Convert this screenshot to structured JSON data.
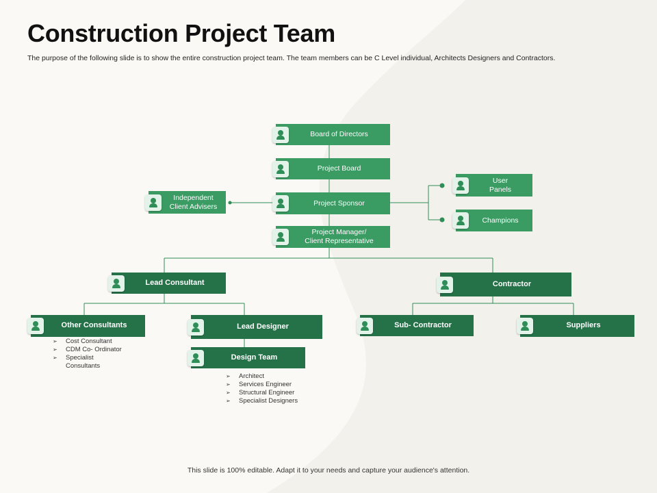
{
  "title": "Construction Project Team",
  "subtitle": "The purpose of the following slide is to show the entire construction project team. The team members can be C Level individual, Architects Designers and Contractors.",
  "nodes": {
    "board_of_directors": "Board of Directors",
    "project_board": "Project Board",
    "project_sponsor": "Project Sponsor",
    "project_manager": "Project Manager/\nClient Representative",
    "independent_advisers": "Independent\nClient Advisers",
    "user_panels": "User\nPanels",
    "champions": "Champions",
    "lead_consultant": "Lead Consultant",
    "contractor": "Contractor",
    "other_consultants": "Other Consultants",
    "lead_designer": "Lead Designer",
    "design_team": "Design Team",
    "sub_contractor": "Sub- Contractor",
    "suppliers": "Suppliers"
  },
  "other_consultants_list": [
    "Cost Consultant",
    "CDM Co- Ordinator",
    "Specialist\nConsultants"
  ],
  "design_team_list": [
    "Architect",
    "Services Engineer",
    "Structural Engineer",
    "Specialist Designers"
  ],
  "footer": "This slide is 100% editable. Adapt it to your needs and capture your audience's attention.",
  "colors": {
    "light_green": "#3a9b63",
    "dark_green": "#257249",
    "line": "#2f8d57",
    "background": "#fbf9f5"
  },
  "icon": "user-icon"
}
